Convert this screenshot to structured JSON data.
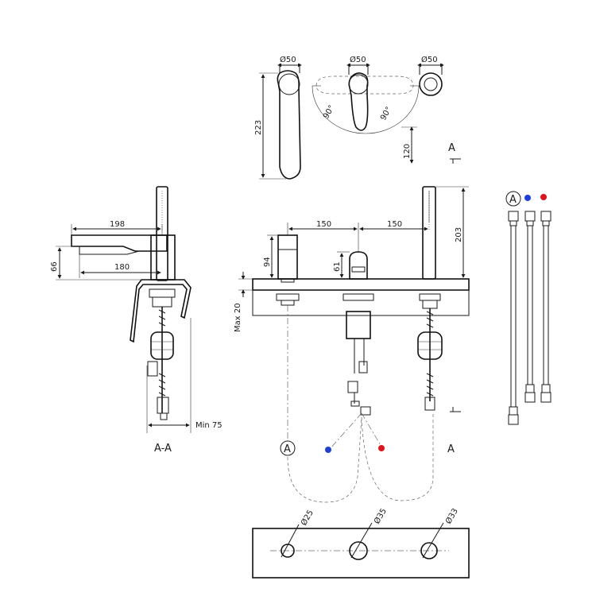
{
  "labels": {
    "top_dia_left": "Ø50",
    "top_dia_mid": "Ø50",
    "top_dia_right": "Ø50",
    "height_223": "223",
    "angle_left": "90°",
    "angle_right": "90°",
    "height_120": "120",
    "section_A_top": "A",
    "side_198": "198",
    "side_180": "180",
    "side_66": "66",
    "min_75": "Min 75",
    "section_title": "A-A",
    "front_150_left": "150",
    "front_150_right": "150",
    "front_203": "203",
    "front_94": "94",
    "front_61": "61",
    "max_20": "Max 20",
    "marker_A_front": "A",
    "section_A_bottom": "A",
    "hole_25": "Ø25",
    "hole_35": "Ø35",
    "hole_33": "Ø33",
    "marker_A_legend": "A"
  },
  "colors": {
    "line": "#1a1a1a",
    "cold": "#1e3fd8",
    "hot": "#e0141e"
  }
}
